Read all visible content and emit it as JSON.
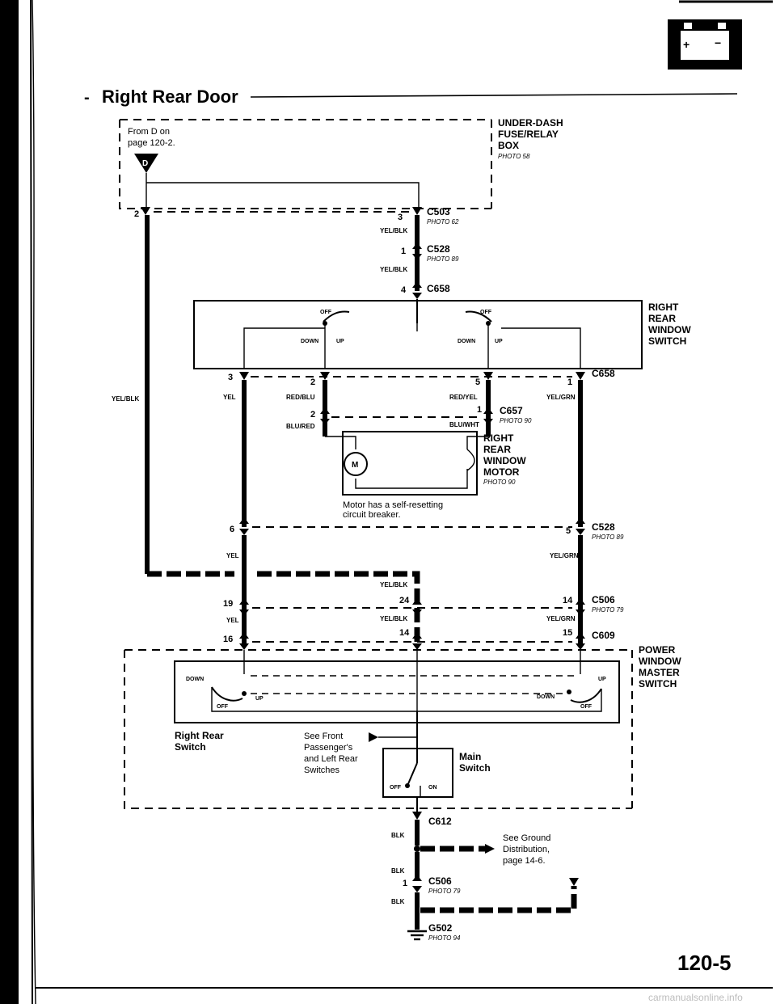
{
  "page_title": "Right Rear Door",
  "page_number": "120-5",
  "footer_watermark": "carmanualsonline.info",
  "battery_icon": "battery-icon",
  "fuse_box": {
    "from_note_line1": "From D on",
    "from_note_line2": "page 120-2.",
    "ref_letter": "D",
    "name_line1": "UNDER-DASH",
    "name_line2": "FUSE/RELAY",
    "name_line3": "BOX",
    "photo": "PHOTO 58"
  },
  "connectors": {
    "c503": {
      "name": "C503",
      "photo": "PHOTO 62",
      "pin": "3"
    },
    "c528_top": {
      "name": "C528",
      "photo": "PHOTO 89",
      "pin": "1"
    },
    "c658_top": {
      "name": "C658",
      "pin": "4"
    },
    "c658_bottom": {
      "name": "C658",
      "pin_a": "2",
      "pin_b": "5",
      "pin_c": "1",
      "pin_d": "3"
    },
    "c657": {
      "name": "C657",
      "photo": "PHOTO 90",
      "pin_a": "2",
      "pin_b": "1"
    },
    "c528_mid": {
      "name": "C528",
      "photo": "PHOTO 89",
      "pin_a": "6",
      "pin_b": "5"
    },
    "c506_mid": {
      "name": "C506",
      "photo": "PHOTO 79",
      "pin_a": "19",
      "pin_b": "24",
      "pin_c": "14"
    },
    "c609": {
      "name": "C609",
      "pin_a": "16",
      "pin_b": "14",
      "pin_c": "15"
    },
    "c612": {
      "name": "C612"
    },
    "c506_bottom": {
      "name": "C506",
      "photo": "PHOTO 79",
      "pin": "1"
    },
    "g502": {
      "name": "G502",
      "photo": "PHOTO 94"
    },
    "left_splice_pin": "2"
  },
  "wires": {
    "yel_blk": "YEL/BLK",
    "yel": "YEL",
    "red_blu": "RED/BLU",
    "red_yel": "RED/YEL",
    "yel_grn": "YEL/GRN",
    "blu_red": "BLU/RED",
    "blu_wht": "BLU/WHT",
    "blk": "BLK"
  },
  "rr_switch": {
    "name_line1": "RIGHT",
    "name_line2": "REAR",
    "name_line3": "WINDOW",
    "name_line4": "SWITCH",
    "off": "OFF",
    "down": "DOWN",
    "up": "UP"
  },
  "motor": {
    "name_line1": "RIGHT",
    "name_line2": "REAR",
    "name_line3": "WINDOW",
    "name_line4": "MOTOR",
    "photo": "PHOTO 90",
    "symbol": "M",
    "note_line1": "Motor has a self-resetting",
    "note_line2": "circuit breaker."
  },
  "master_switch": {
    "name_line1": "POWER",
    "name_line2": "WINDOW",
    "name_line3": "MASTER",
    "name_line4": "SWITCH",
    "sub_line1": "Right Rear",
    "sub_line2": "Switch",
    "see_line1": "See Front",
    "see_line2": "Passenger's",
    "see_line3": "and Left Rear",
    "see_line4": "Switches",
    "main_line1": "Main",
    "main_line2": "Switch",
    "off": "OFF",
    "on": "ON",
    "down": "DOWN",
    "up": "UP"
  },
  "ground": {
    "see_line1": "See Ground",
    "see_line2": "Distribution,",
    "see_line3": "page 14-6."
  }
}
